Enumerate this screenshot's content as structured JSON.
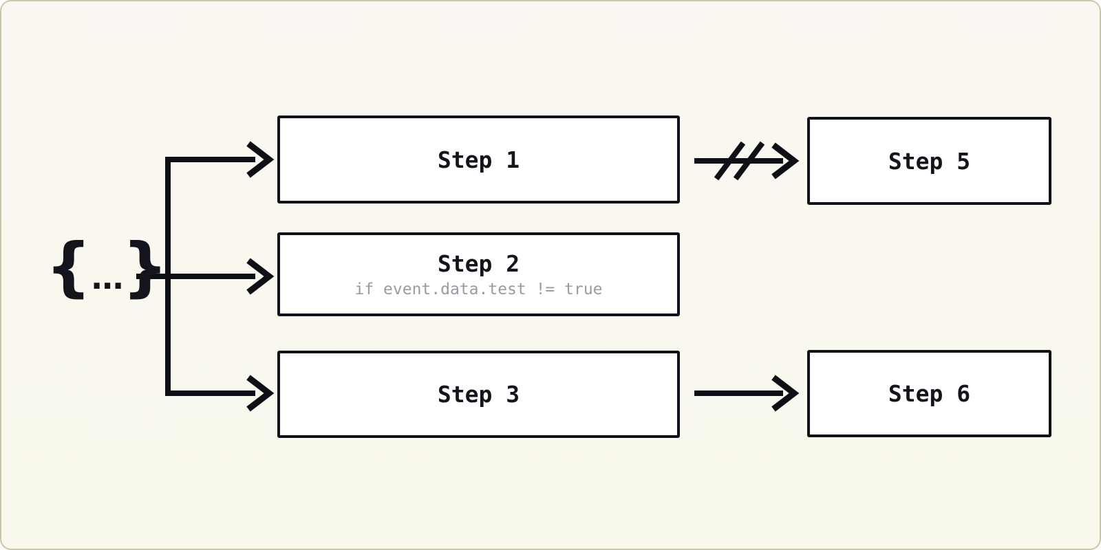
{
  "colors": {
    "background": "#f9f8ee",
    "canvas_border": "#c9c6ab",
    "line": "#0e1016",
    "node_fill": "#ffffff",
    "node_border": "#10121a",
    "label_text": "#14151c",
    "condition_text": "#9b9aa2"
  },
  "source": {
    "brace_open": "{",
    "dots": "...",
    "brace_close": "}"
  },
  "nodes": [
    {
      "id": "step1",
      "label": "Step 1"
    },
    {
      "id": "step2",
      "label": "Step 2",
      "condition": "if event.data.test != true"
    },
    {
      "id": "step3",
      "label": "Step 3"
    },
    {
      "id": "step5",
      "label": "Step 5"
    },
    {
      "id": "step6",
      "label": "Step 6"
    }
  ],
  "edges": [
    {
      "from": "source",
      "to": "step1",
      "style": "arrow"
    },
    {
      "from": "source",
      "to": "step2",
      "style": "arrow"
    },
    {
      "from": "source",
      "to": "step3",
      "style": "arrow"
    },
    {
      "from": "step1",
      "to": "step5",
      "style": "arrow-interrupted"
    },
    {
      "from": "step3",
      "to": "step6",
      "style": "arrow"
    }
  ]
}
